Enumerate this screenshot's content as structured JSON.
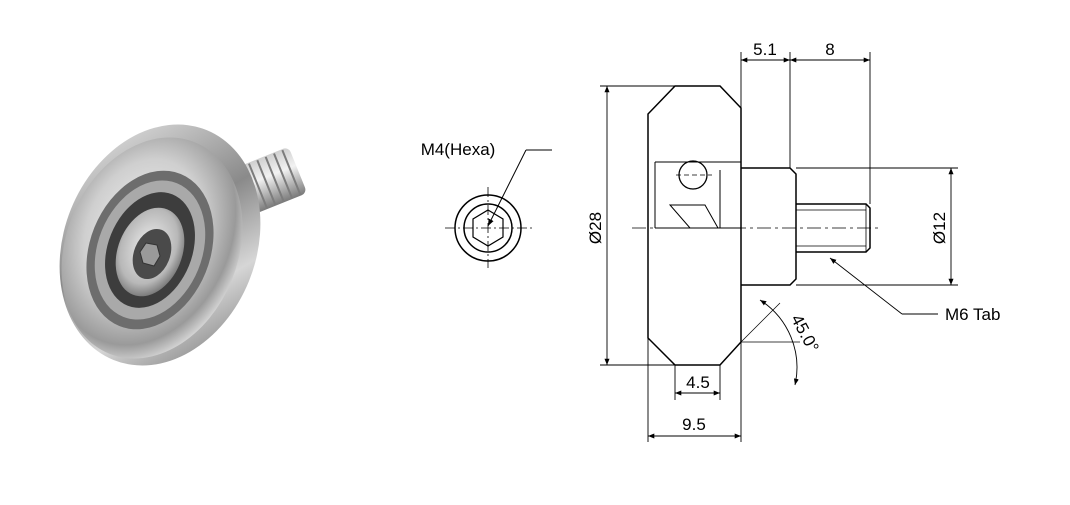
{
  "drawing": {
    "front_view": {
      "callout_label": "M4(Hexa)"
    },
    "side_view": {
      "dim_top_left": "5.1",
      "dim_top_right": "8",
      "dim_overall_diameter": "Ø28",
      "dim_shaft_diameter": "Ø12",
      "dim_chamfer_angle": "45.0°",
      "dim_bottom_inner": "4.5",
      "dim_bottom_width": "9.5",
      "thread_callout": "M6 Tab"
    }
  }
}
